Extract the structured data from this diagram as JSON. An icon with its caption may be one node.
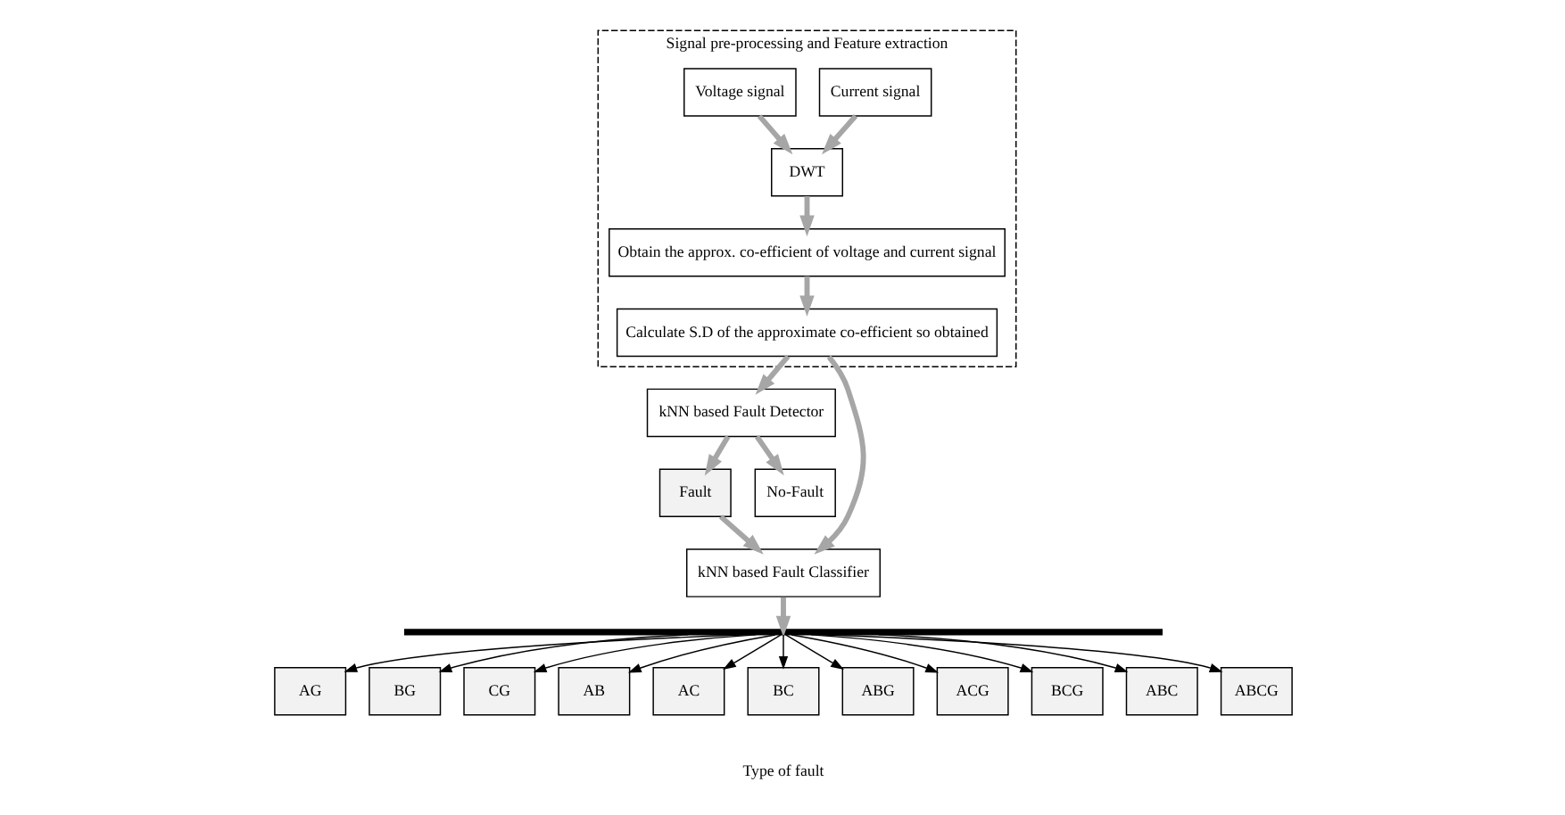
{
  "diagram": {
    "nodes": [
      {
        "text": [
          "Signal pre-processing and Feature extraction"
        ]
      },
      {
        "text": [
          "Voltage signal"
        ],
        "in": 0
      },
      {
        "text": [
          "Current signal"
        ],
        "in": 0
      },
      {
        "text": [
          "DWT"
        ],
        "in": 0
      },
      {
        "text": [
          "Obtain the approx. co-efficient of voltage and current signal"
        ],
        "in": 0
      },
      {
        "text": [
          "Calculate S.D of the approximate co-efficient so obtained"
        ],
        "in": 0
      },
      {
        "text": [
          "kNN based Fault Detector"
        ]
      },
      {
        "text": [
          "Fault"
        ]
      },
      {
        "text": [
          "No-Fault"
        ]
      },
      {
        "text": [
          "kNN based Fault Classifier"
        ]
      },
      {
        "text": [],
        "shape": "bar"
      },
      {
        "text": [
          "AG"
        ]
      },
      {
        "text": [
          "BG"
        ]
      },
      {
        "text": [
          "CG"
        ]
      },
      {
        "text": [
          "AB"
        ]
      },
      {
        "text": [
          "AC"
        ]
      },
      {
        "text": [
          "BC"
        ]
      },
      {
        "text": [
          "ABG"
        ]
      },
      {
        "text": [
          "ACG"
        ]
      },
      {
        "text": [
          "BCG"
        ]
      },
      {
        "text": [
          "ABC"
        ]
      },
      {
        "text": [
          "ABCG"
        ]
      }
    ],
    "edges": [
      {
        "from": 1,
        "to": 3,
        "arrow": "to",
        "style": "thick",
        "color": "#a6a6a6"
      },
      {
        "from": 2,
        "to": 3,
        "arrow": "to",
        "style": "thick",
        "color": "#a6a6a6"
      },
      {
        "from": 3,
        "to": 4,
        "arrow": "to",
        "style": "thick",
        "color": "#a6a6a6"
      },
      {
        "from": 4,
        "to": 5,
        "arrow": "to",
        "style": "thick",
        "color": "#a6a6a6"
      },
      {
        "from": 5,
        "to": 6,
        "arrow": "to",
        "style": "thick",
        "color": "#a6a6a6"
      },
      {
        "from": 5,
        "to": 9,
        "arrow": "to",
        "style": "thick",
        "color": "#a6a6a6"
      },
      {
        "from": 6,
        "to": 7,
        "arrow": "to",
        "style": "thick",
        "color": "#a6a6a6"
      },
      {
        "from": 6,
        "to": 8,
        "arrow": "to",
        "style": "thick",
        "color": "#a6a6a6"
      },
      {
        "from": 7,
        "to": 9,
        "arrow": "to",
        "style": "thick",
        "color": "#a6a6a6"
      },
      {
        "from": 9,
        "to": 10,
        "arrow": "to",
        "style": "thick",
        "color": "#a6a6a6"
      },
      {
        "from": 10,
        "to": 11,
        "arrow": "to"
      },
      {
        "from": 10,
        "to": 12,
        "arrow": "to"
      },
      {
        "from": 10,
        "to": 13,
        "arrow": "to"
      },
      {
        "from": 10,
        "to": 14,
        "arrow": "to"
      },
      {
        "from": 10,
        "to": 15,
        "arrow": "to"
      },
      {
        "from": 10,
        "to": 16,
        "arrow": "to"
      },
      {
        "from": 10,
        "to": 17,
        "arrow": "to"
      },
      {
        "from": 10,
        "to": 18,
        "arrow": "to"
      },
      {
        "from": 10,
        "to": 19,
        "arrow": "to"
      },
      {
        "from": 10,
        "to": 20,
        "arrow": "to"
      },
      {
        "from": 10,
        "to": 21,
        "arrow": "to"
      }
    ],
    "labels": [
      "Type of fault"
    ]
  }
}
